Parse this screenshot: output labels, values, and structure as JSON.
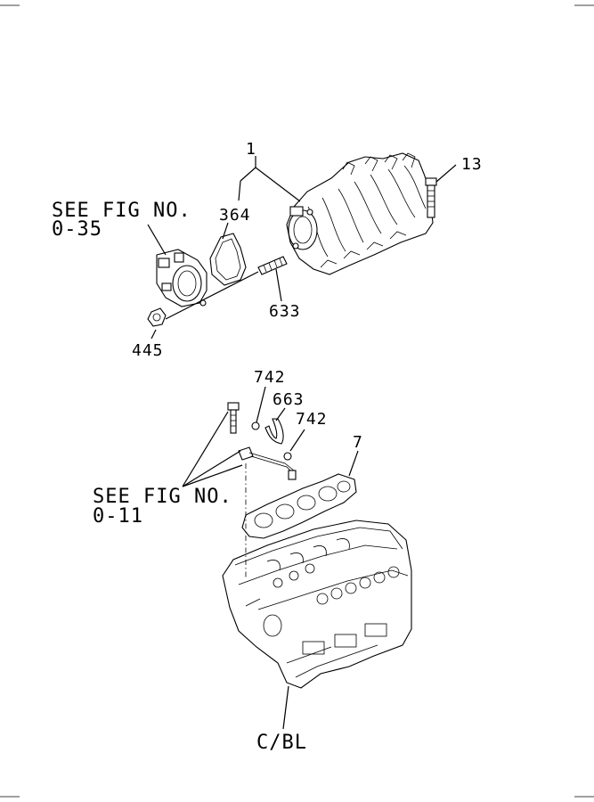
{
  "callouts": {
    "c1": "1",
    "c13": "13",
    "c364": "364",
    "c633": "633",
    "c445": "445",
    "c742a": "742",
    "c663": "663",
    "c742b": "742",
    "c7": "7",
    "cbl": "C/BL"
  },
  "references": {
    "ref_035_line1": "SEE FIG NO.",
    "ref_035_line2": "0-35",
    "ref_011_line1": "SEE FIG NO.",
    "ref_011_line2": "0-11"
  }
}
